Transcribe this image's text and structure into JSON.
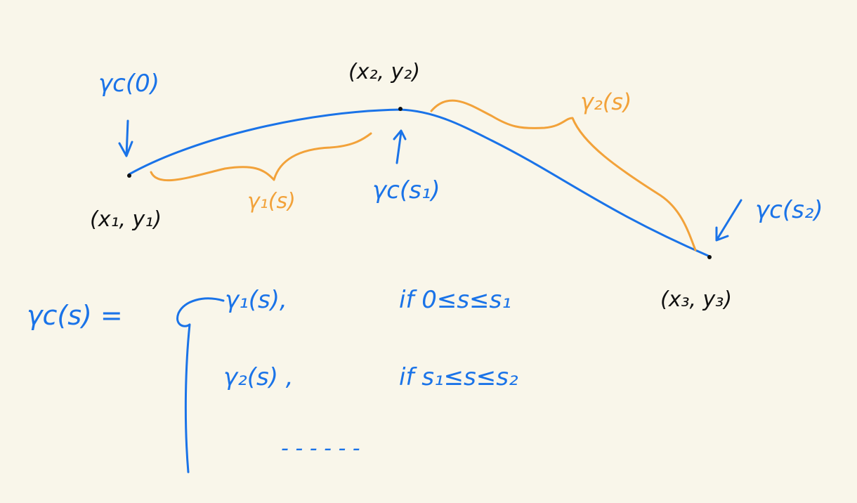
{
  "colors": {
    "background": "#f9f6ea",
    "curve": "#1a73e8",
    "brace": "#f2a23a",
    "text": "#111111"
  },
  "points": {
    "p1": "(x₁, y₁)",
    "p2": "(x₂, y₂)",
    "p3": "(x₃, y₃)"
  },
  "markers": {
    "start": "γc(0)",
    "mid": "γc(s₁)",
    "end": "γc(s₂)"
  },
  "segments": {
    "seg1": "γ₁(s)",
    "seg2": "γ₂(s)"
  },
  "equation": {
    "lhs": "γc(s) =",
    "case1_expr": "γ₁(s),",
    "case1_cond": "if 0≤s≤s₁",
    "case2_expr": "γ₂(s) ,",
    "case2_cond": "if s₁≤s≤s₂",
    "continuation": "- - - - - -"
  }
}
